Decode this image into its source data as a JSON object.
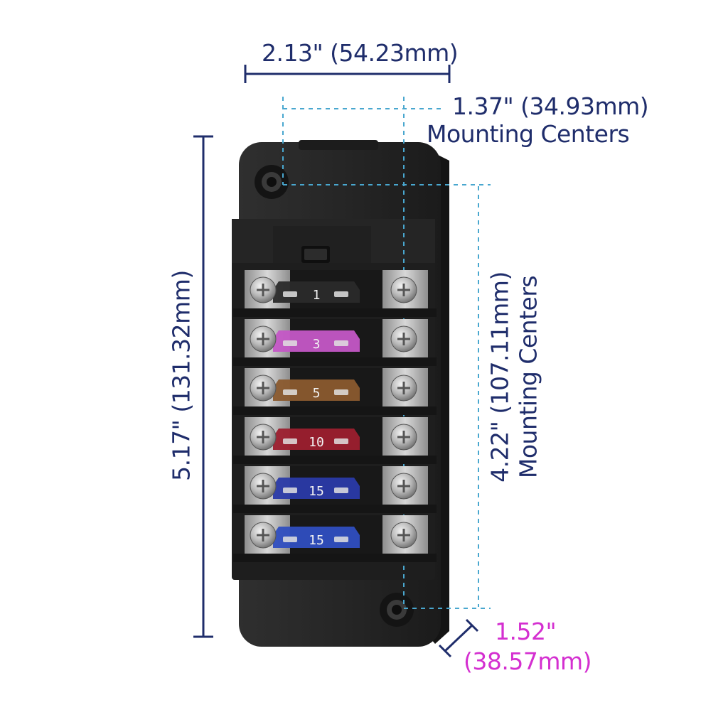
{
  "dimensions": {
    "width_label": "2.13\" (54.23mm)",
    "height_label": "5.17\" (131.32mm)",
    "mount_width_value": "1.37\" (34.93mm)",
    "mount_width_caption": "Mounting Centers",
    "mount_height_value": "4.22\" (107.11mm)",
    "mount_height_caption": "Mounting Centers",
    "depth_value": "1.52\"",
    "depth_metric": "(38.57mm)"
  },
  "fuses": [
    {
      "rating": "1",
      "color": "#2a2a2a"
    },
    {
      "rating": "3",
      "color": "#c457c6"
    },
    {
      "rating": "5",
      "color": "#8a5a2e"
    },
    {
      "rating": "10",
      "color": "#9c1f2e"
    },
    {
      "rating": "15",
      "color": "#2a3aa8"
    },
    {
      "rating": "15",
      "color": "#2f4ec0"
    }
  ],
  "colors": {
    "dimension_line": "#1f2d6b",
    "mounting_guide": "#49a7cf",
    "depth_label": "#d42fd0",
    "housing": "#232323"
  }
}
